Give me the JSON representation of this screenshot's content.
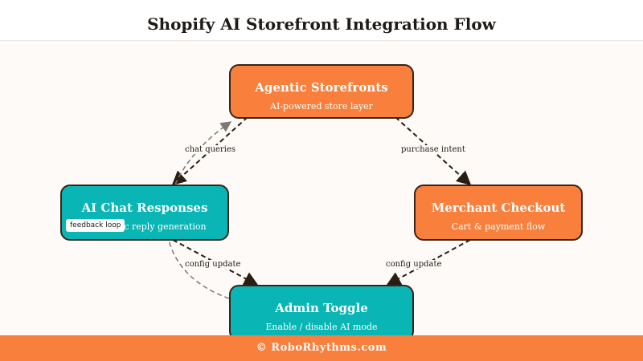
{
  "title": "Shopify AI Storefront Integration Flow",
  "nodes": {
    "storefronts": {
      "title": "Agentic Storefronts",
      "subtitle": "AI-powered store layer"
    },
    "chat": {
      "title": "AI Chat Responses",
      "subtitle": "Automatic reply generation"
    },
    "checkout": {
      "title": "Merchant Checkout",
      "subtitle": "Cart & payment flow"
    },
    "admin": {
      "title": "Admin Toggle",
      "subtitle": "Enable / disable AI mode"
    }
  },
  "edges": {
    "chat_queries": "chat queries",
    "purchase_intent": "purchase intent",
    "config_update_left": "config update",
    "config_update_right": "config update",
    "feedback_loop": "feedback loop"
  },
  "colors": {
    "orange": "#f97f3c",
    "teal": "#0ab5b5",
    "border": "#3a2416"
  },
  "footer": "© RoboRhythms.com"
}
